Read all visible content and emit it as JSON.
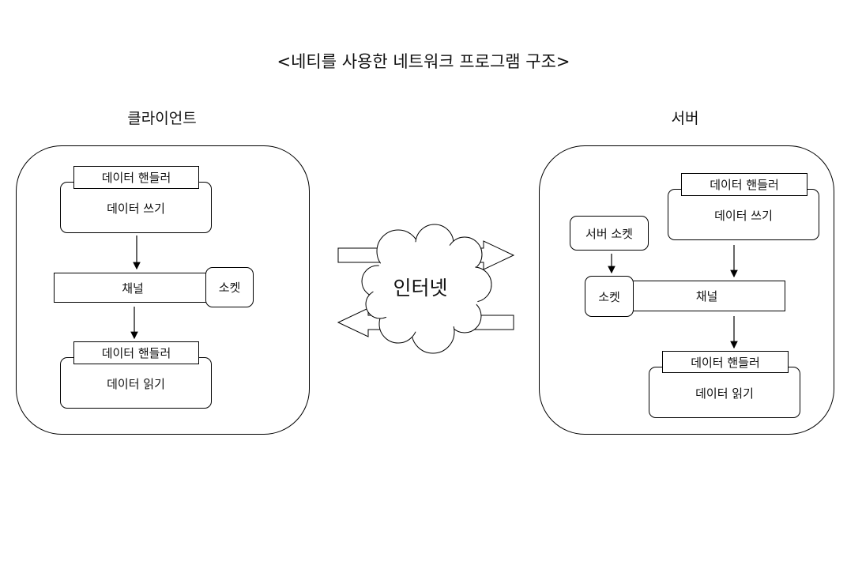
{
  "title": "<네티를 사용한 네트워크 프로그램 구조>",
  "client": {
    "heading": "클라이언트",
    "write_handler": {
      "label": "데이터 핸들러",
      "body": "데이터 쓰기"
    },
    "channel": "채널",
    "socket": "소켓",
    "read_handler": {
      "label": "데이터 핸들러",
      "body": "데이터 읽기"
    }
  },
  "server": {
    "heading": "서버",
    "server_socket": "서버 소켓",
    "write_handler": {
      "label": "데이터 핸들러",
      "body": "데이터 쓰기"
    },
    "socket": "소켓",
    "channel": "채널",
    "read_handler": {
      "label": "데이터 핸들러",
      "body": "데이터 읽기"
    }
  },
  "internet": {
    "label": "인터넷"
  }
}
